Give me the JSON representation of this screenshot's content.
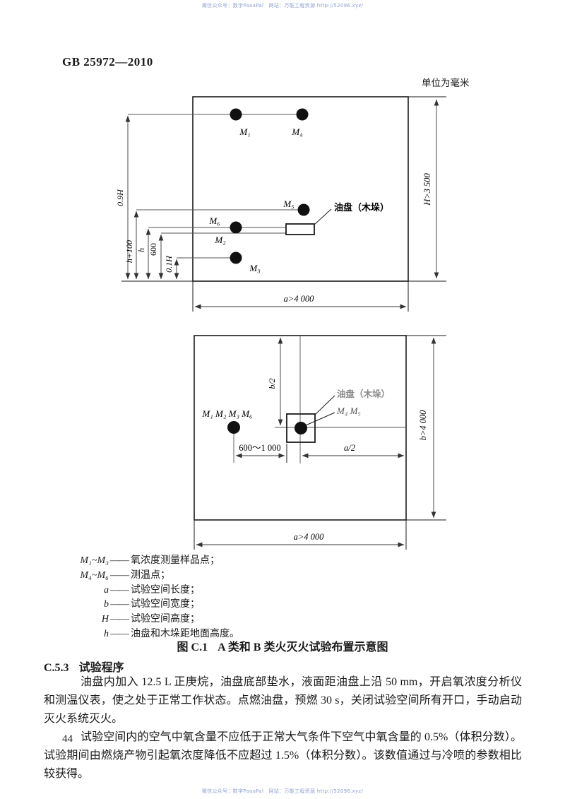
{
  "watermark": {
    "top": "微信公众号：数字PaaaPal　网站：万能工程资源 http://52096.xyz/",
    "bottom": "微信公众号：数字PaaaPal　网站：万能工程资源 http://52096.xyz/"
  },
  "header": {
    "doc_number": "GB 25972—2010",
    "unit_note": "单位为毫米"
  },
  "elevation": {
    "points": {
      "m1": "M₁",
      "m2": "M₂",
      "m3": "M₃",
      "m4": "M₄",
      "m5": "M₅",
      "m6": "M₆"
    },
    "pan_label": "油盘（木垛）",
    "dims": {
      "outer_height": "0.9H",
      "h_plus_100": "h+100",
      "h": "h",
      "d600": "600",
      "tenth_h": "0.1H",
      "room_height": "H>3 500",
      "room_length": "a>4 000"
    }
  },
  "plan": {
    "left_points": "M₁ M₂ M₃ M₆",
    "center_points": "M₄ M₅",
    "pan_label": "油盘（木垛）",
    "dims": {
      "half_b": "b/2",
      "half_a": "a/2",
      "offset": "600～1 000",
      "room_width": "b>4 000",
      "room_length": "a>4 000"
    }
  },
  "legend": {
    "separator": "——",
    "items": [
      {
        "symbol": "M₁~M₃",
        "desc": "氧浓度测量样品点；"
      },
      {
        "symbol": "M₄~M₆",
        "desc": "测温点；"
      },
      {
        "symbol": "a",
        "desc": "试验空间长度；"
      },
      {
        "symbol": "b",
        "desc": "试验空间宽度；"
      },
      {
        "symbol": "H",
        "desc": "试验空间高度；"
      },
      {
        "symbol": "h",
        "desc": "油盘和木垛距地面高度。"
      }
    ]
  },
  "figure_caption": {
    "number": "图 C.1",
    "title": "A 类和 B 类火灭火试验布置示意图"
  },
  "section": {
    "number": "C.5.3",
    "title": "试验程序"
  },
  "paragraphs": [
    "油盘内加入 12.5 L 正庚烷，油盘底部垫水，液面距油盘上沿 50 mm，开启氧浓度分析仪和测温仪表，使之处于正常工作状态。点燃油盘，预燃 30 s，关闭试验空间所有开口，手动启动灭火系统灭火。",
    "试验空间内的空气中氧含量不应低于正常大气条件下空气中氧含量的 0.5%（体积分数）。试验期间由燃烧产物引起氧浓度降低不应超过 1.5%（体积分数）。该数值通过与冷喷的参数相比较获得。"
  ],
  "page_number": "44"
}
